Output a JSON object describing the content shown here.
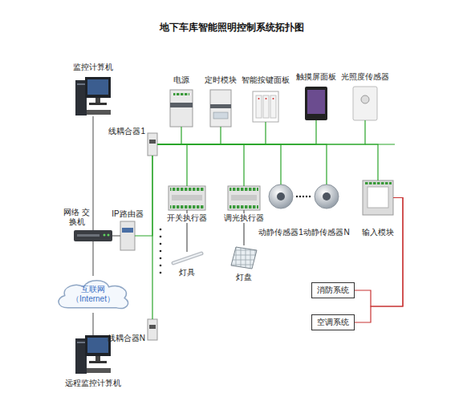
{
  "diagram": {
    "title": "地下车库智能照明控制系统拓扑图",
    "nodes": [
      {
        "text": [
          "监控计算机"
        ]
      },
      {
        "text": [
          "电源"
        ]
      },
      {
        "text": [
          "定时模块"
        ]
      },
      {
        "text": [
          "智能按键面板"
        ]
      },
      {
        "text": [
          "触摸屏面板"
        ]
      },
      {
        "text": [
          "光照度传感器"
        ]
      },
      {
        "text": [
          "线耦合器1"
        ]
      },
      {
        "text": [
          "网络 交换机"
        ]
      },
      {
        "text": [
          "IP路由器"
        ]
      },
      {
        "text": [
          "开关执行器"
        ]
      },
      {
        "text": [
          "调光执行器"
        ]
      },
      {
        "text": [
          "动静传感器1"
        ]
      },
      {
        "text": [
          "动静传感器N"
        ]
      },
      {
        "text": [
          "输入模块"
        ]
      },
      {
        "text": [
          "灯具"
        ]
      },
      {
        "text": [
          "灯盘"
        ]
      },
      {
        "text": [
          "互联网 （Internet）"
        ]
      },
      {
        "text": [
          "消防系统"
        ]
      },
      {
        "text": [
          "空调系统"
        ]
      },
      {
        "text": [
          "线耦合器N"
        ]
      },
      {
        "text": [
          "远程监控计算机"
        ]
      }
    ],
    "edges": [
      {
        "from": 0,
        "to": 7,
        "arrow": "none"
      },
      {
        "from": 7,
        "to": 8,
        "arrow": "none"
      },
      {
        "from": 7,
        "to": 16,
        "arrow": "none"
      },
      {
        "from": 16,
        "to": 20,
        "arrow": "none"
      },
      {
        "from": 8,
        "to": 6,
        "arrow": "none"
      },
      {
        "from": 6,
        "to": 1,
        "arrow": "none"
      },
      {
        "from": 6,
        "to": 2,
        "arrow": "none"
      },
      {
        "from": 6,
        "to": 3,
        "arrow": "none"
      },
      {
        "from": 6,
        "to": 4,
        "arrow": "none"
      },
      {
        "from": 6,
        "to": 5,
        "arrow": "none"
      },
      {
        "from": 6,
        "to": 9,
        "arrow": "none"
      },
      {
        "from": 6,
        "to": 10,
        "arrow": "none"
      },
      {
        "from": 6,
        "to": 11,
        "arrow": "none"
      },
      {
        "from": 6,
        "to": 12,
        "arrow": "none"
      },
      {
        "from": 6,
        "to": 13,
        "arrow": "none"
      },
      {
        "from": 6,
        "to": 19,
        "arrow": "none"
      },
      {
        "from": 9,
        "to": 14,
        "arrow": "none"
      },
      {
        "from": 10,
        "to": 15,
        "arrow": "none"
      },
      {
        "from": 13,
        "to": 17,
        "arrow": "none"
      },
      {
        "from": 13,
        "to": 18,
        "arrow": "none"
      }
    ]
  }
}
